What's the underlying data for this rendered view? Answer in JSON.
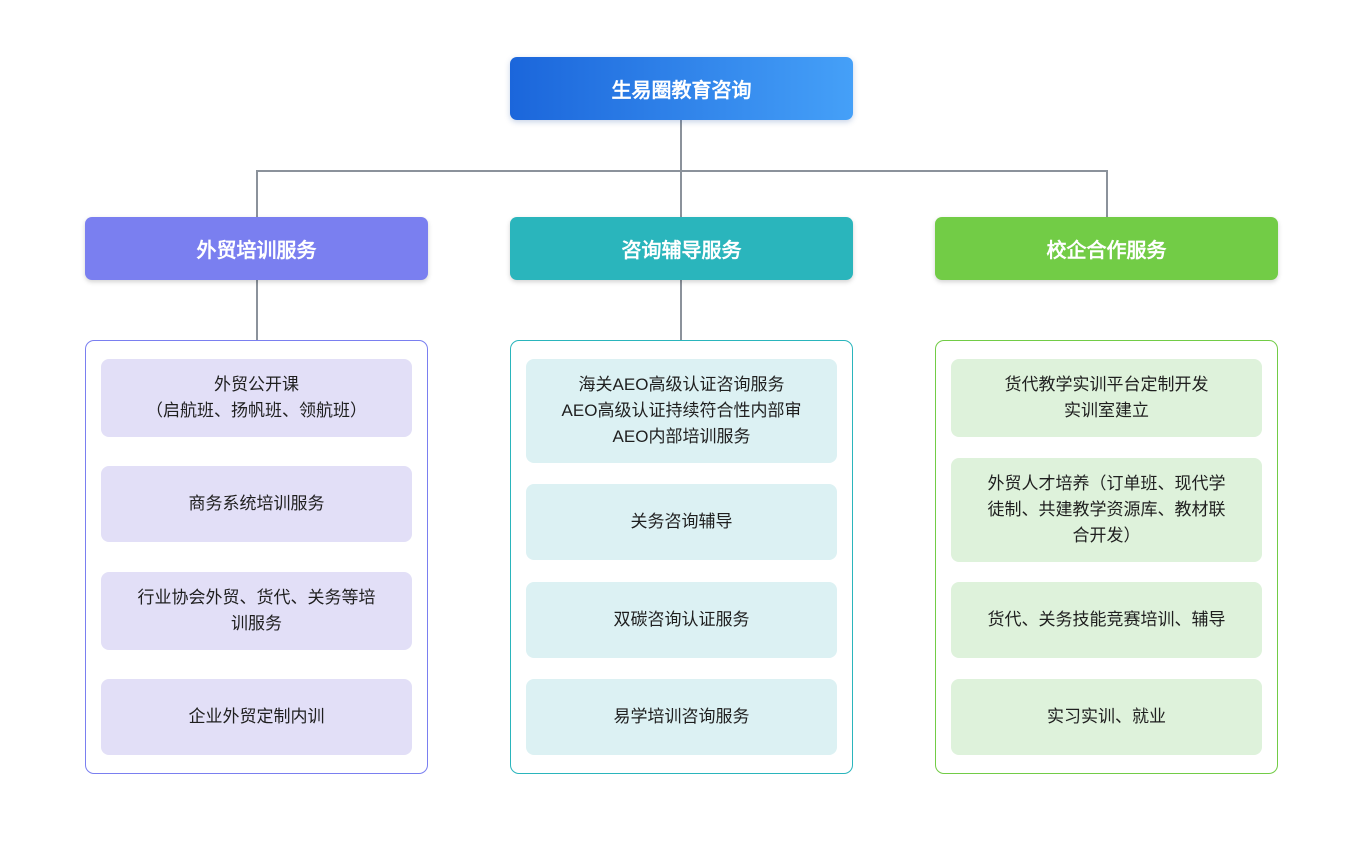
{
  "root": {
    "label": "生易圈教育咨询",
    "gradient_start": "#1b66db",
    "gradient_end": "#45a0f8"
  },
  "connector_color": "#8b929b",
  "branches": [
    {
      "label": "外贸培训服务",
      "color": "#7a7ff0",
      "item_bg": "#e2dff7",
      "items": [
        "外贸公开课\n（启航班、扬帆班、领航班）",
        "商务系统培训服务",
        "行业协会外贸、货代、关务等培\n训服务",
        "企业外贸定制内训"
      ]
    },
    {
      "label": "咨询辅导服务",
      "color": "#2ab5bc",
      "item_bg": "#dcf1f3",
      "items": [
        "海关AEO高级认证咨询服务\nAEO高级认证持续符合性内部审\nAEO内部培训服务",
        "关务咨询辅导",
        "双碳咨询认证服务",
        "易学培训咨询服务"
      ]
    },
    {
      "label": "校企合作服务",
      "color": "#72cc46",
      "item_bg": "#def2db",
      "items": [
        "货代教学实训平台定制开发\n实训室建立",
        "外贸人才培养（订单班、现代学\n徒制、共建教学资源库、教材联\n合开发）",
        "货代、关务技能竞赛培训、辅导",
        "实习实训、就业"
      ]
    }
  ]
}
